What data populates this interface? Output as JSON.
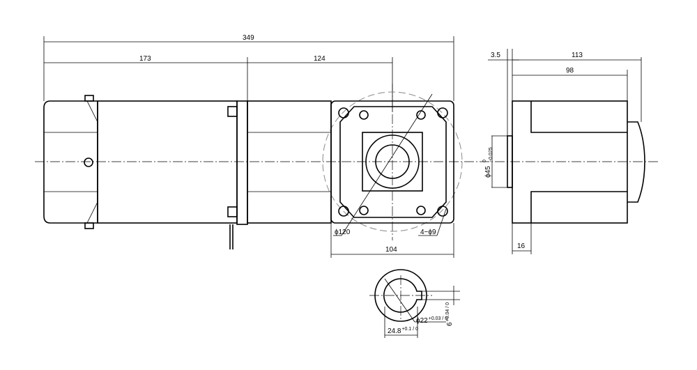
{
  "dimensions": {
    "overall_length": "349",
    "motor_length": "173",
    "gearbox_length": "124",
    "flange_width": "104",
    "circle_diameter": "ϕ120",
    "mount_holes": "4−ϕ9",
    "side_flange": "3.5",
    "side_total": "113",
    "side_body": "98",
    "shaft_length": "16",
    "pilot_diameter": "ϕ45",
    "pilot_tol_upper": "0",
    "pilot_tol_lower": "−0.025",
    "shaft_diameter": "ϕ22",
    "shaft_tol": "+0.03 / 0",
    "key_height": "24.8",
    "key_height_tol": "+0.1 / 0",
    "key_width": "6",
    "key_width_tol": "+0.04 / 0"
  }
}
